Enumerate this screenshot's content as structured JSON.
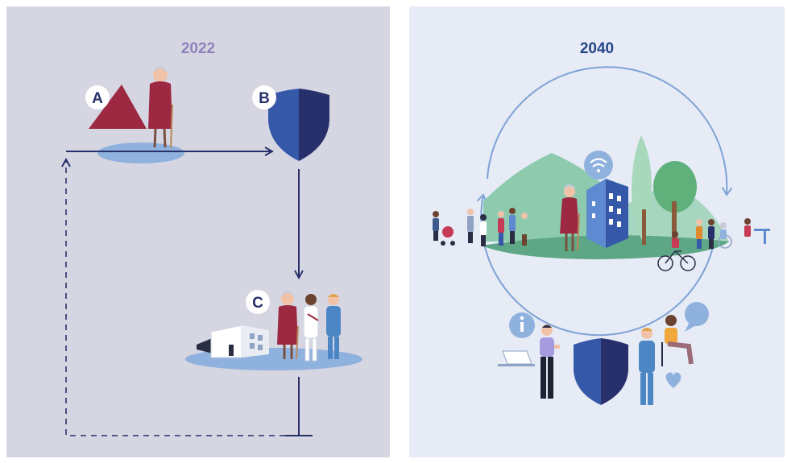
{
  "left": {
    "year": "2022",
    "steps": [
      {
        "letter": "A"
      },
      {
        "letter": "B"
      },
      {
        "letter": "C"
      }
    ]
  },
  "right": {
    "year": "2040"
  },
  "colors": {
    "left_bg": "#d6d6e2",
    "right_bg": "#e6ebf5",
    "left_year": "#8b83be",
    "right_year": "#27448a",
    "arrow_navy": "#27306b",
    "shield_dark": "#27306b",
    "shield_light": "#3558a8",
    "triangle_red": "#9c2841",
    "ellipse_blue": "#8fb1de",
    "hills_green": "#8ecbae"
  },
  "icons": [
    "triangle-icon",
    "shield-icon",
    "hospital-icon",
    "wifi-icon",
    "info-icon",
    "laptop-icon",
    "speech-bubble-icon",
    "heart-icon"
  ]
}
